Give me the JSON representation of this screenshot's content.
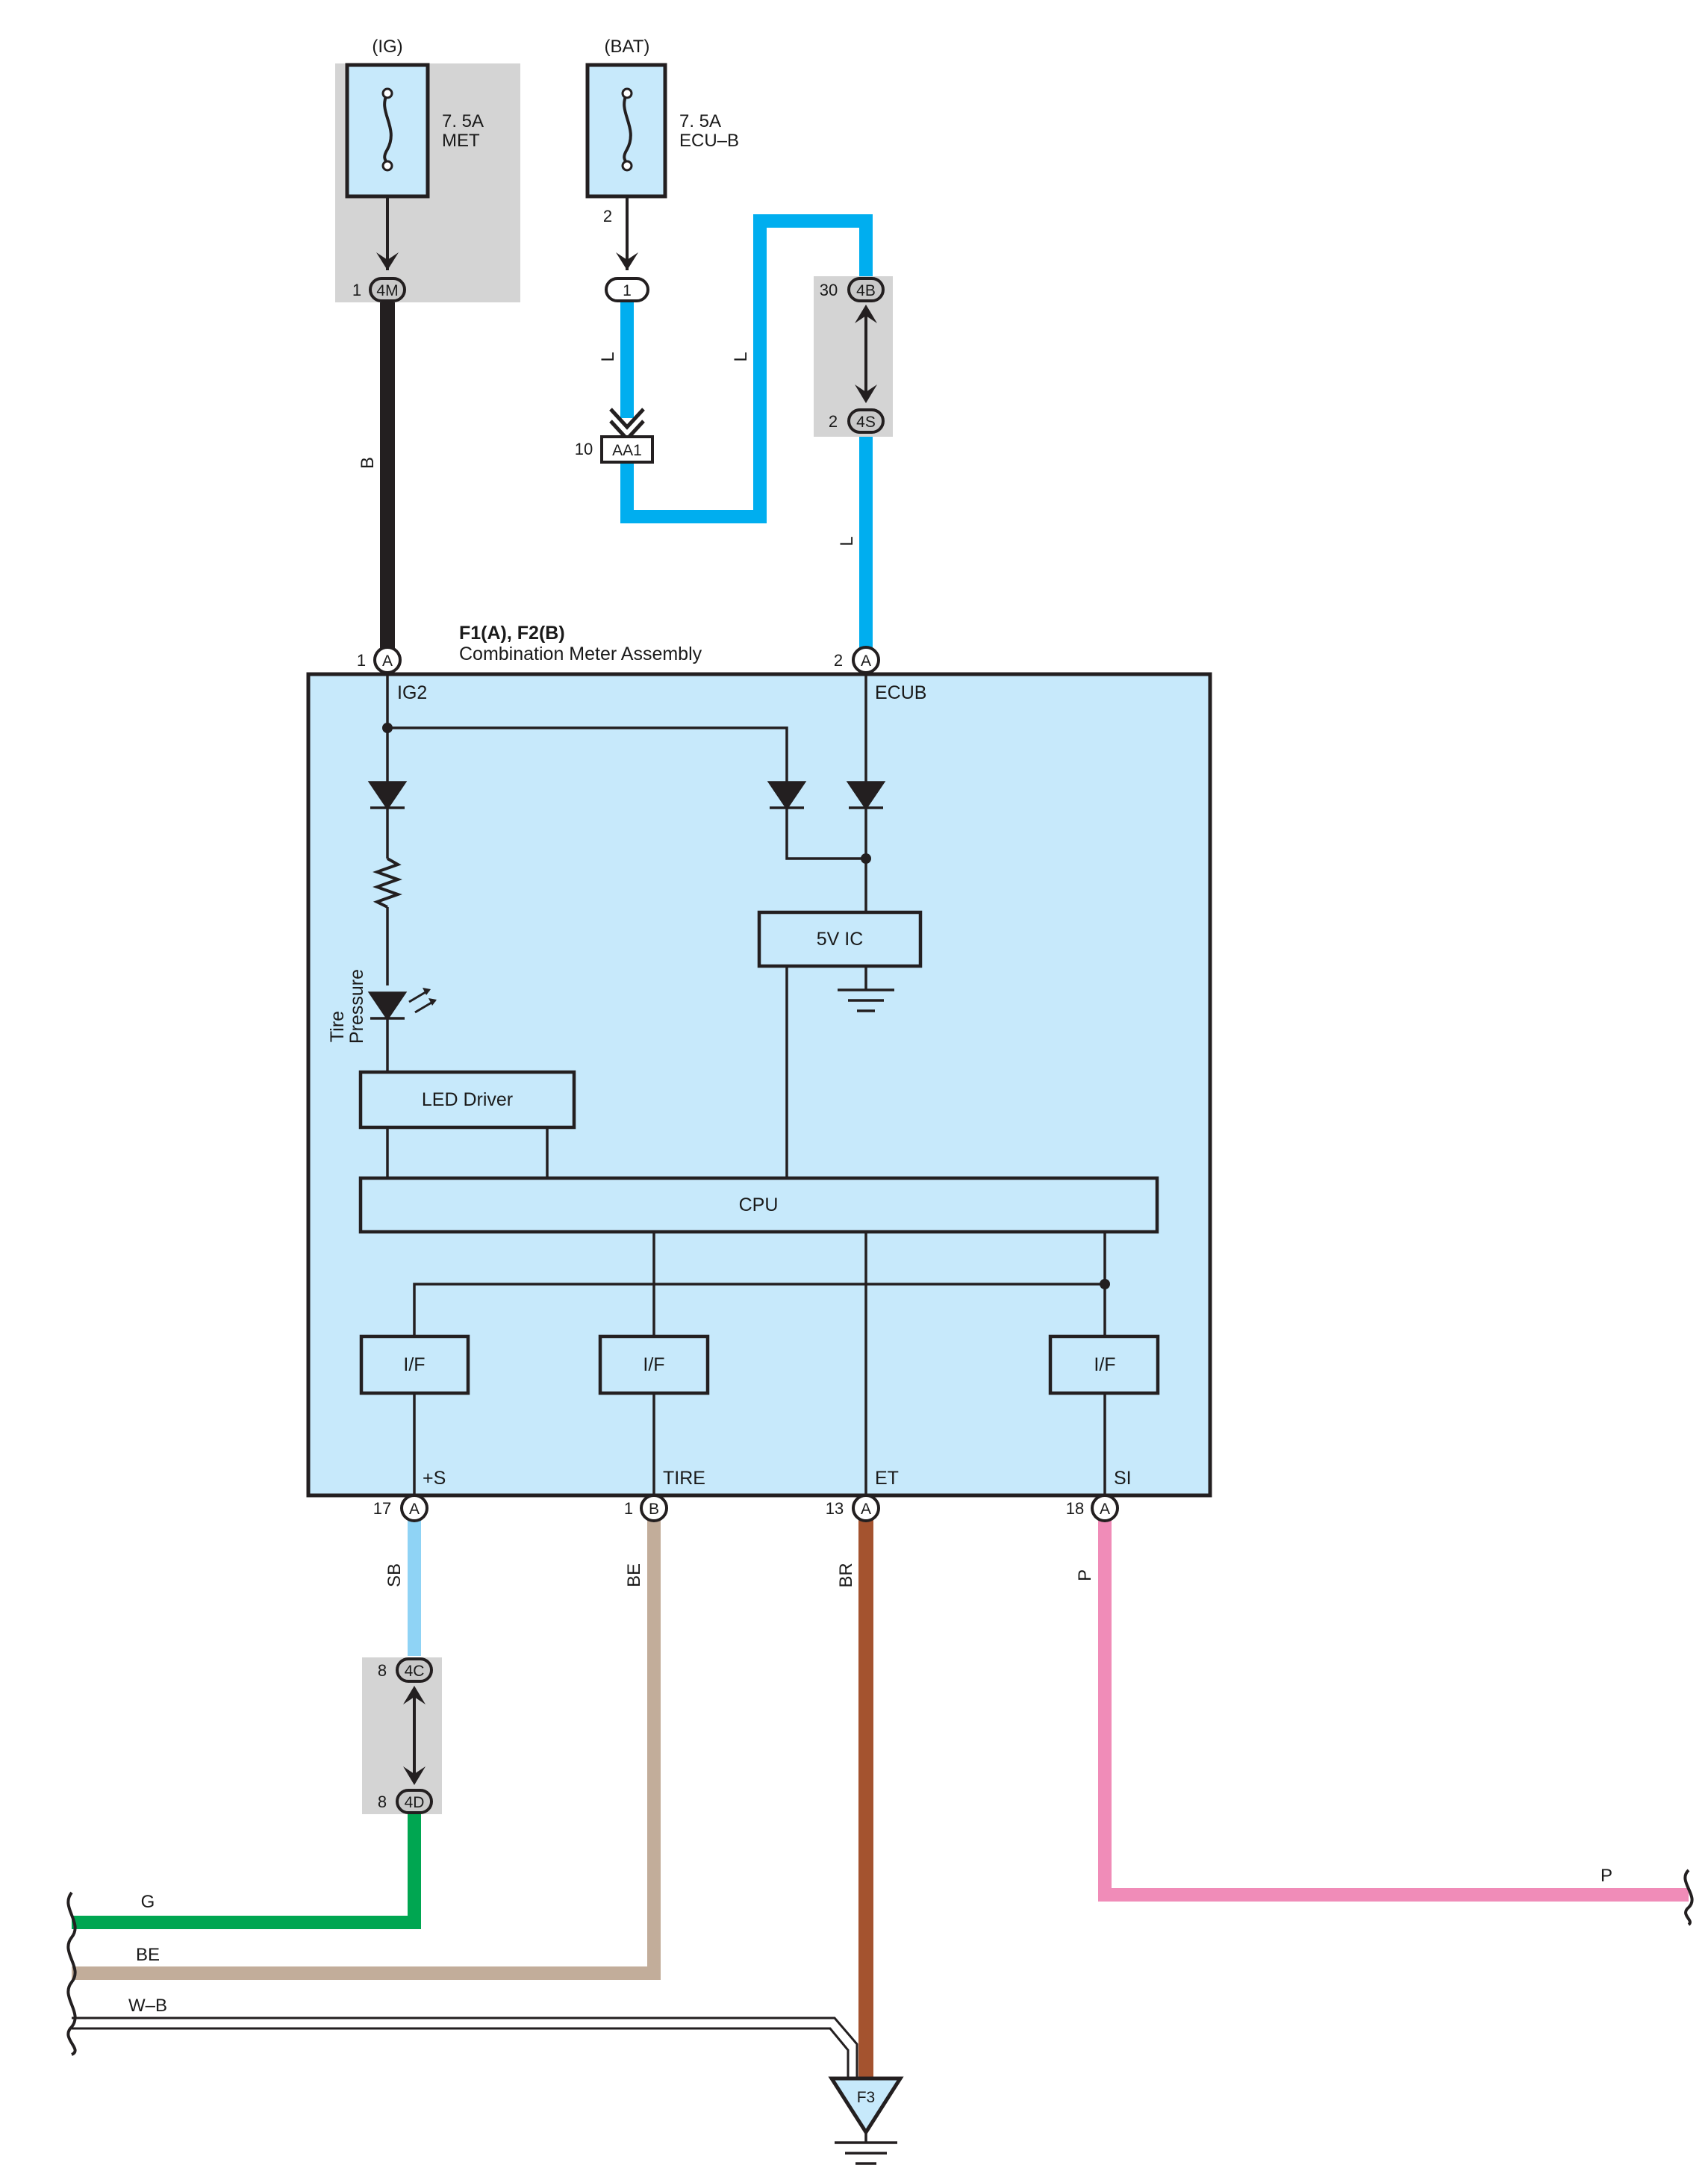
{
  "fuses": {
    "ig": {
      "source": "(IG)",
      "rating": "7. 5A",
      "name": "MET"
    },
    "bat": {
      "source": "(BAT)",
      "rating": "7. 5A",
      "name": "ECU–B",
      "pin": "2"
    }
  },
  "connectors": {
    "m4": {
      "id": "4M",
      "pin": "1"
    },
    "c1": {
      "id": "1"
    },
    "aa1": {
      "id": "AA1",
      "pin": "10"
    },
    "b4": {
      "id": "4B",
      "pin": "30"
    },
    "s4": {
      "id": "4S",
      "pin": "2"
    },
    "c4": {
      "id": "4C",
      "pin": "8"
    },
    "d4": {
      "id": "4D",
      "pin": "8"
    },
    "ground": {
      "id": "F3"
    }
  },
  "wires": {
    "b": "B",
    "l1": "L",
    "l2": "L",
    "l3": "L",
    "sb": "SB",
    "be": "BE",
    "br": "BR",
    "p": "P",
    "g_out": "G",
    "be_out": "BE",
    "wb_out": "W–B",
    "p_out": "P"
  },
  "meter": {
    "id": "F1(A), F2(B)",
    "name": "Combination Meter Assembly",
    "top_pins": [
      {
        "num": "1",
        "conn": "A",
        "signal": "IG2"
      },
      {
        "num": "2",
        "conn": "A",
        "signal": "ECUB"
      }
    ],
    "bottom_pins": [
      {
        "num": "17",
        "conn": "A",
        "signal": "+S"
      },
      {
        "num": "1",
        "conn": "B",
        "signal": "TIRE"
      },
      {
        "num": "13",
        "conn": "A",
        "signal": "ET"
      },
      {
        "num": "18",
        "conn": "A",
        "signal": "SI"
      }
    ],
    "blocks": {
      "ic": "5V IC",
      "led_driver": "LED Driver",
      "cpu": "CPU",
      "if1": "I/F",
      "if2": "I/F",
      "if3": "I/F"
    },
    "indicator": {
      "line1": "Tire",
      "line2": "Pressure"
    }
  },
  "colors": {
    "B": "#231f20",
    "L": "#00aeef",
    "SB": "#8fd3f5",
    "BE": "#c2ad9a",
    "BR": "#a4532f",
    "P": "#f08cb8",
    "G": "#00a651",
    "meter_fill": "#c7e9fb",
    "fuse_box_shade": "#d4d4d4"
  }
}
